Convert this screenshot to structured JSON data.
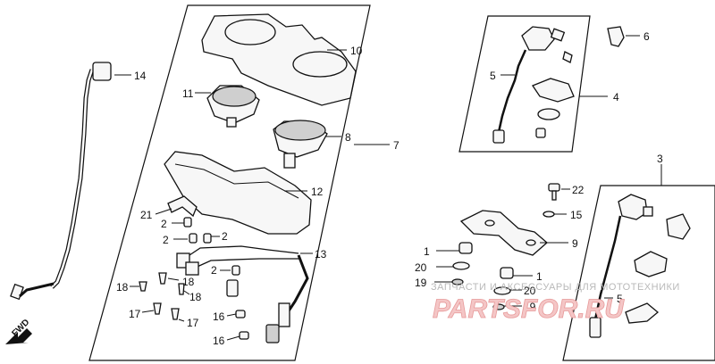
{
  "callouts": {
    "n1a": "1",
    "n1b": "1",
    "n2a": "2",
    "n2b": "2",
    "n2c": "2",
    "n2d": "2",
    "n3": "3",
    "n4": "4",
    "n5a": "5",
    "n5b": "5",
    "n6": "6",
    "n7": "7",
    "n8": "8",
    "n9": "9",
    "n10": "10",
    "n11": "11",
    "n12": "12",
    "n13": "13",
    "n14": "14",
    "n15": "15",
    "n16a": "16",
    "n16b": "16",
    "n17a": "17",
    "n17b": "17",
    "n18a": "18",
    "n18b": "18",
    "n18c": "18",
    "n19a": "19",
    "n19b": "19",
    "n20a": "20",
    "n20b": "20",
    "n21": "21",
    "n22": "22"
  },
  "fwd_label": "FWD",
  "watermark": {
    "text": "ЗАПЧАСТИ И АКСЕССУАРЫ ДЛЯ МОТОТЕХНИКИ",
    "logo": "PARTSFOR.RU"
  },
  "colors": {
    "line": "#111111",
    "watermark_logo": "#e79a9a",
    "watermark_text": "#b9b9b9"
  }
}
